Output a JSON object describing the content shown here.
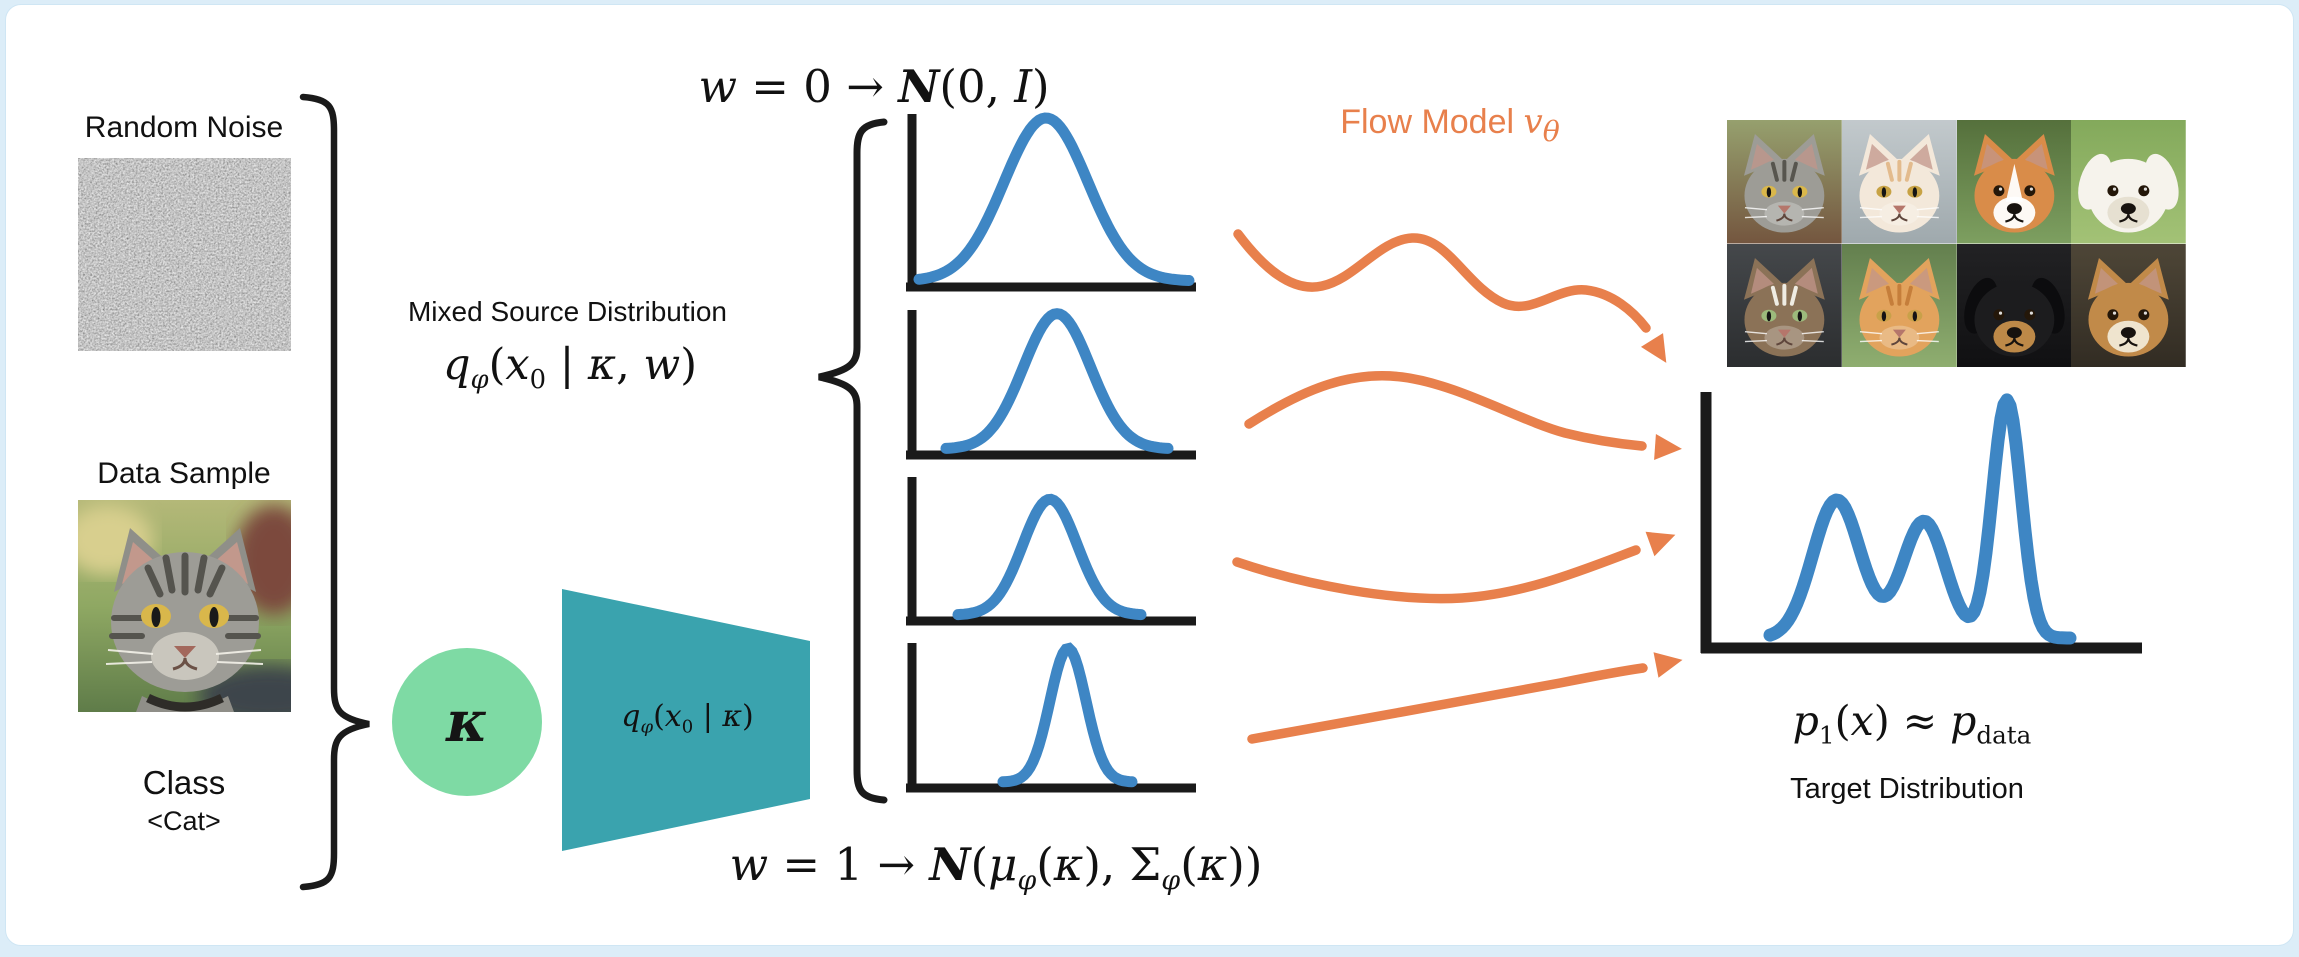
{
  "colors": {
    "accent_orange": "#E8804C",
    "curve_blue": "#3E86C4",
    "encoder_teal": "#3AA3AE",
    "kappa_green": "#7EDAA4",
    "ink": "#1A1A1A",
    "frame_blue": "#DCEDF8"
  },
  "left_panel": {
    "random_noise_label": "Random Noise",
    "data_sample_label": "Data Sample",
    "class_label": "Class",
    "class_value": "<Cat>"
  },
  "source": {
    "title": "Mixed Source Distribution",
    "formula_html": "<i>q</i><sub><i>&#966;</i></sub>(<i>x</i><sub>0</sub> | <i>&#954;</i>, <i>w</i>)",
    "w0_formula_html": "<i>w</i> = 0 &#8594; <span class='cal'>N</span>(0, <i>I</i>)",
    "w1_formula_html": "<i>w</i> = 1 &#8594; <span class='cal'>N</span>(<i>&#956;</i><sub><i>&#966;</i></sub>(<i>&#954;</i>), &#931;<sub><i>&#966;</i></sub>(<i>&#954;</i>))",
    "kappa_label_html": "<i>&#954;</i>",
    "encoder_formula_html": "<i>q</i><sub><i>&#966;</i></sub>(<i>x</i><sub>0</sub> | <i>&#954;</i>)"
  },
  "flow_model": {
    "label_html": "Flow Model <i class='math'>v</i><sub class='math'><i>&#952;</i></sub>"
  },
  "target": {
    "formula_html": "<i>p</i><sub>1</sub>(<i>x</i>) &#8776; <i>p</i><sub>data</sub>",
    "label": "Target Distribution"
  },
  "chart_data": [
    {
      "id": "mixed-source-distributions",
      "type": "line",
      "title": "Mixed Source Distribution q_phi(x0 | kappa, w)",
      "xlabel": "",
      "ylabel": "",
      "grid": false,
      "legend": "none",
      "curves": [
        {
          "label": "widest gaussian (w=0 : N(0,I))",
          "sigma": 1.0,
          "peak_height": 1.0
        },
        {
          "label": "gaussian",
          "sigma": 0.8,
          "peak_height": 0.83
        },
        {
          "label": "gaussian",
          "sigma": 0.65,
          "peak_height": 0.71
        },
        {
          "label": "narrowest gaussian (w=1 : N(mu_phi(k), Sigma_phi(k)))",
          "sigma": 0.43,
          "peak_height": 0.82
        }
      ]
    },
    {
      "id": "target-distribution",
      "type": "line",
      "title": "p_1(x) ~ p_data (Target Distribution)",
      "xlabel": "",
      "ylabel": "",
      "grid": false,
      "legend": "none",
      "components": [
        {
          "mean": 0.3,
          "sigma": 0.055,
          "peak_height": 0.58
        },
        {
          "mean": 0.5,
          "sigma": 0.05,
          "peak_height": 0.49
        },
        {
          "mean": 0.69,
          "sigma": 0.033,
          "peak_height": 1.0
        }
      ]
    }
  ],
  "animal_grid": {
    "rows": 2,
    "cols": 4,
    "cells": [
      {
        "name": "gray-tabby-cat",
        "kind": "cat",
        "ears": "pointy",
        "bg1": "#96a06e",
        "bg2": "#74563f",
        "fur": "#9d9c96",
        "accent": "#57554e",
        "eye": "#d9b74b"
      },
      {
        "name": "cream-white-cat",
        "kind": "cat",
        "ears": "pointy",
        "bg1": "#c2c9cc",
        "bg2": "#9fa9ad",
        "fur": "#f3e8da",
        "accent": "#e3bb8d",
        "eye": "#c7a244"
      },
      {
        "name": "corgi-dog",
        "kind": "dog",
        "ears": "pointy",
        "bg1": "#55703c",
        "bg2": "#7d9f60",
        "fur": "#d98c49",
        "accent": "#ffffff",
        "eye": "#342413"
      },
      {
        "name": "white-fluffy-dog",
        "kind": "dog",
        "ears": "floppy",
        "bg1": "#83a95b",
        "bg2": "#a3c276",
        "fur": "#f6f3ec",
        "accent": "#e5ded0",
        "eye": "#2b2b2b"
      },
      {
        "name": "brown-white-cat",
        "kind": "cat",
        "ears": "pointy",
        "bg1": "#45484b",
        "bg2": "#2b2d2f",
        "fur": "#8b7257",
        "accent": "#efece3",
        "eye": "#9cba7c"
      },
      {
        "name": "orange-kitten",
        "kind": "cat",
        "ears": "pointy",
        "bg1": "#637f4e",
        "bg2": "#8fae70",
        "fur": "#e2a35d",
        "accent": "#c57e3b",
        "eye": "#c9a149"
      },
      {
        "name": "black-tan-dachshund",
        "kind": "dog",
        "ears": "floppy",
        "bg1": "#222224",
        "bg2": "#101012",
        "fur": "#1c1c1e",
        "accent": "#c68f4b",
        "eye": "#c68f4b"
      },
      {
        "name": "sable-sheltie-dog",
        "kind": "dog",
        "ears": "pointy",
        "bg1": "#4e4637",
        "bg2": "#322c23",
        "fur": "#c18a49",
        "accent": "#f1e9d6",
        "eye": "#2b2013"
      }
    ]
  }
}
